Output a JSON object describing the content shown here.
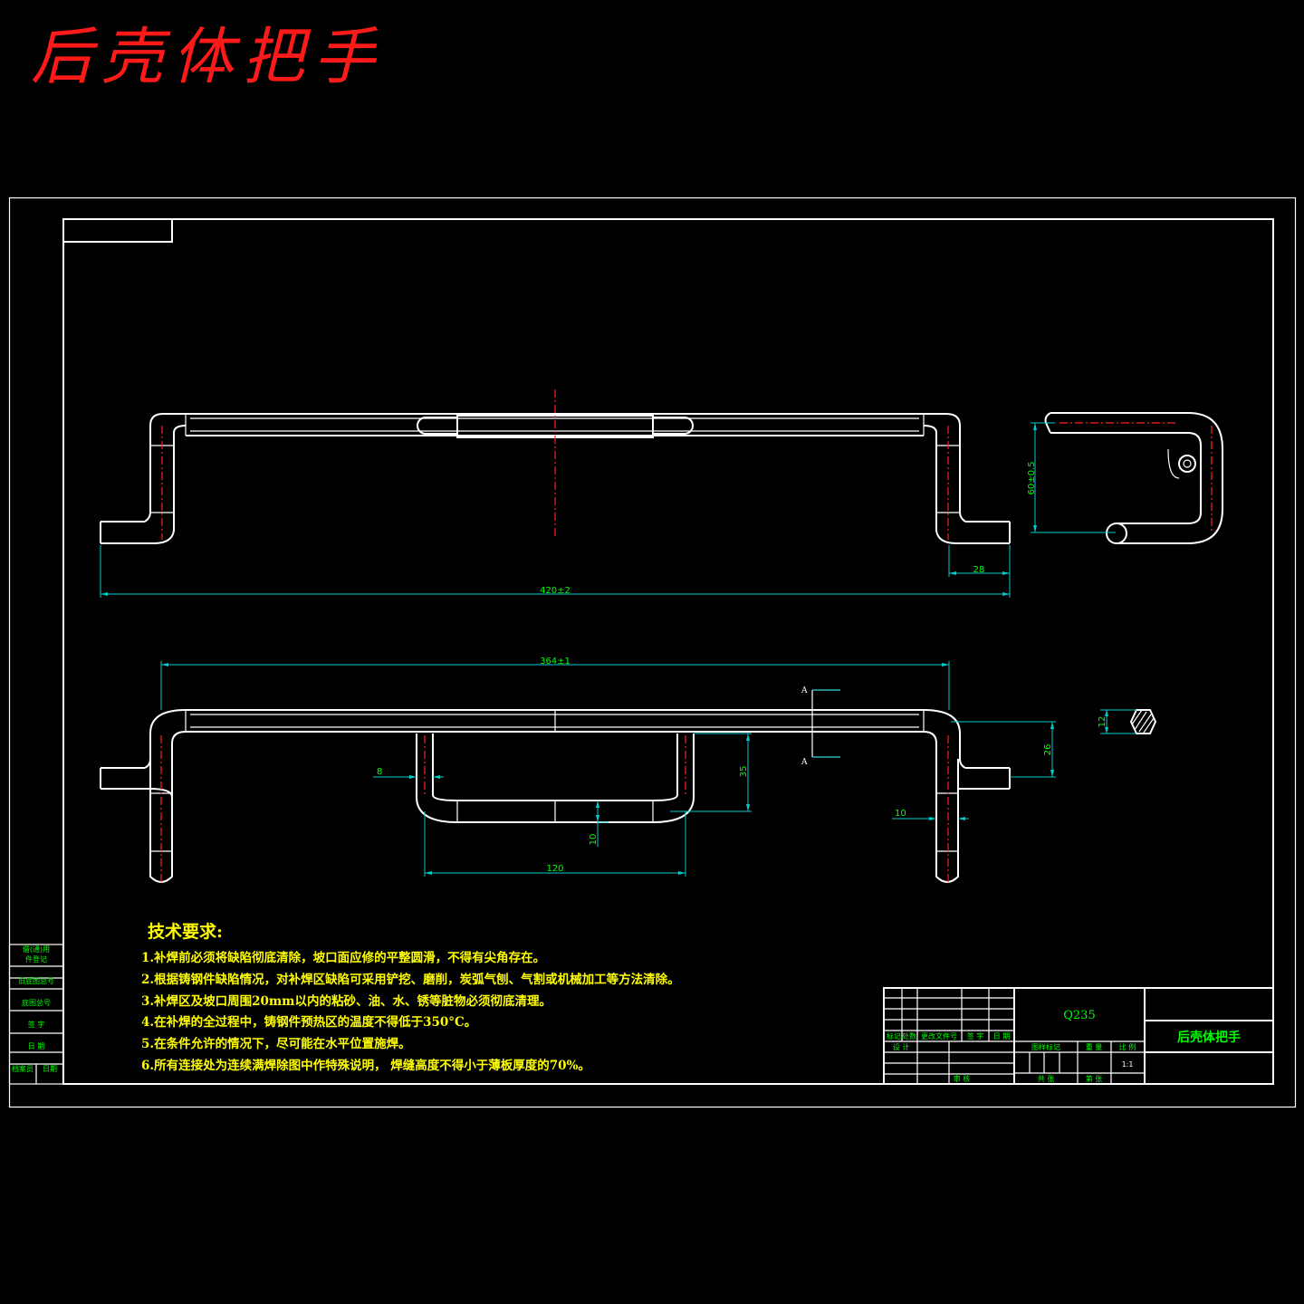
{
  "title": "后壳体把手",
  "dimensions": {
    "overall_length": "420±2",
    "end_offset": "28",
    "height": "60±0.5",
    "inner_span": "364±1",
    "rise": "26",
    "section_size": "12",
    "grip_depth": "35",
    "grip_gap": "8",
    "grip_bar": "10",
    "grip_width": "120",
    "leg_offset": "10"
  },
  "section_marks": {
    "top": "A",
    "bottom": "A"
  },
  "tech_requirements": {
    "heading": "技术要求:",
    "items": [
      "1.补焊前必须将缺陷彻底清除，坡口面应修的平整圆滑，不得有尖角存在。",
      "2.根据铸钢件缺陷情况，对补焊区缺陷可采用铲挖、磨削，炭弧气刨、气割或机械加工等方法清除。",
      "3.补焊区及坡口周围20mm以内的粘砂、油、水、锈等脏物必须彻底清理。",
      "4.在补焊的全过程中，铸钢件预热区的温度不得低于350°C。",
      "5.在条件允许的情况下，尽可能在水平位置施焊。",
      "6.所有连接处为连续满焊除图中作特殊说明， 焊缝高度不得小于薄板厚度的70%。"
    ]
  },
  "title_block": {
    "material": "Q235",
    "part_name": "后壳体把手",
    "scale": "1:1",
    "labels": [
      "标记",
      "处数",
      "更改文件号",
      "签 字",
      "日 期",
      "设 计",
      "图样标记",
      "重 量",
      "比 例",
      "共 张",
      "第 张",
      "审 核"
    ]
  },
  "left_strip": [
    "借(通)用",
    "件登记",
    "旧底图总号",
    "底图总号",
    "签 字",
    "日 期",
    "档案员",
    "日期"
  ]
}
